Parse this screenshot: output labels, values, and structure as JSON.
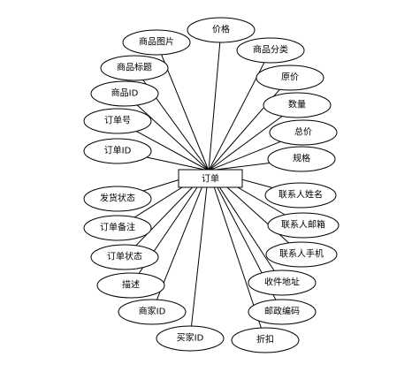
{
  "diagram": {
    "entity": {
      "id": "order",
      "label": "订单"
    },
    "attributes": [
      {
        "id": "price",
        "label": "价格"
      },
      {
        "id": "product-image",
        "label": "商品图片"
      },
      {
        "id": "product-category",
        "label": "商品分类"
      },
      {
        "id": "product-title",
        "label": "商品标题"
      },
      {
        "id": "original-price",
        "label": "原价"
      },
      {
        "id": "product-id",
        "label": "商品ID"
      },
      {
        "id": "quantity",
        "label": "数量"
      },
      {
        "id": "order-number",
        "label": "订单号"
      },
      {
        "id": "total-price",
        "label": "总价"
      },
      {
        "id": "order-id",
        "label": "订单ID"
      },
      {
        "id": "specification",
        "label": "规格"
      },
      {
        "id": "shipping-status",
        "label": "发货状态"
      },
      {
        "id": "contact-name",
        "label": "联系人姓名"
      },
      {
        "id": "contact-email",
        "label": "联系人邮箱"
      },
      {
        "id": "order-remark",
        "label": "订单备注"
      },
      {
        "id": "order-status",
        "label": "订单状态"
      },
      {
        "id": "contact-phone",
        "label": "联系人手机"
      },
      {
        "id": "shipping-address",
        "label": "收件地址"
      },
      {
        "id": "description",
        "label": "描述"
      },
      {
        "id": "merchant-id",
        "label": "商家ID"
      },
      {
        "id": "postal-code",
        "label": "邮政编码"
      },
      {
        "id": "buyer-id",
        "label": "买家ID"
      },
      {
        "id": "discount",
        "label": "折扣"
      }
    ]
  }
}
